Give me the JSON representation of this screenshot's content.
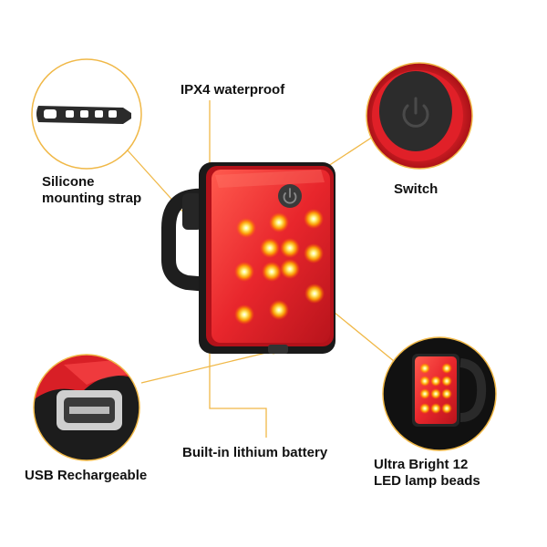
{
  "labels": {
    "ipx4": "IPX4 waterproof",
    "strap_line1": "Silicone",
    "strap_line2": "mounting strap",
    "switch": "Switch",
    "battery": "Built-in lithium battery",
    "usb": "USB Rechargeable",
    "ultra_line1": "Ultra Bright 12",
    "ultra_line2": "LED lamp beads"
  },
  "colors": {
    "callout_line": "#f0b847",
    "lens_red": "#e8262c",
    "led_glow": "#ffd84a",
    "body_black": "#1a1a1a"
  },
  "icons": [
    "power-icon"
  ]
}
